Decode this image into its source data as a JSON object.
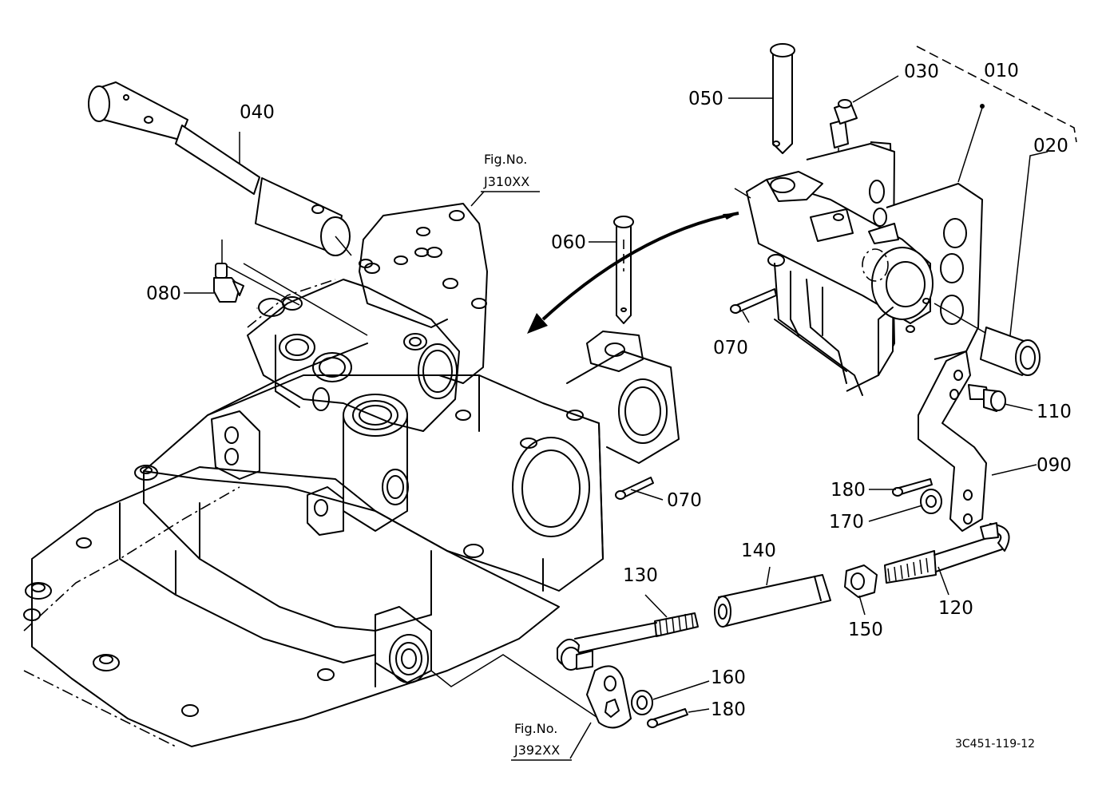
{
  "parts": {
    "p010": "010",
    "p020": "020",
    "p030": "030",
    "p040": "040",
    "p050": "050",
    "p060": "060",
    "p070a": "070",
    "p070b": "070",
    "p080": "080",
    "p090": "090",
    "p110": "110",
    "p120": "120",
    "p130": "130",
    "p140": "140",
    "p150": "150",
    "p160": "160",
    "p170": "170",
    "p180a": "180",
    "p180b": "180"
  },
  "figure_refs": {
    "top": {
      "line1": "Fig.No.",
      "line2": "J310XX"
    },
    "bottom": {
      "line1": "Fig.No.",
      "line2": "J392XX"
    }
  },
  "drawing_code": "3C451-119-12"
}
